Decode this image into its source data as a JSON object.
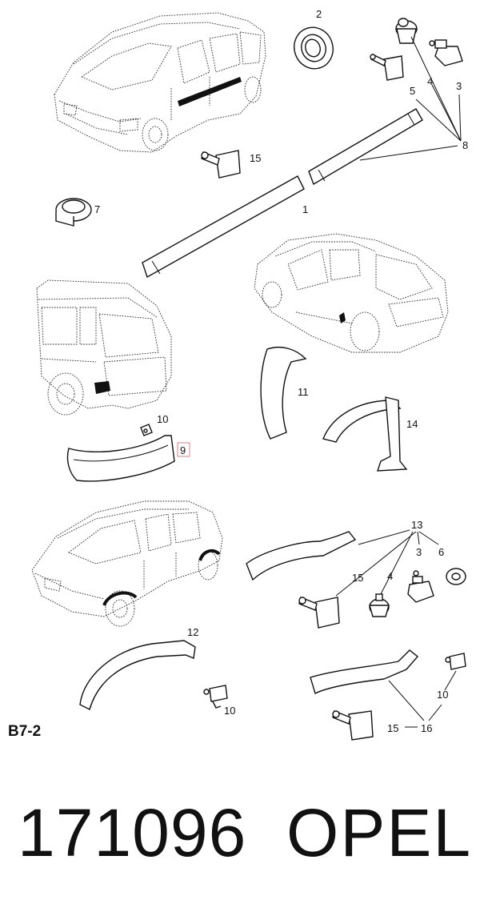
{
  "diagram": {
    "sheet_code": "B7-2",
    "callouts": [
      "1",
      "2",
      "3",
      "4",
      "5",
      "6",
      "7",
      "8",
      "9",
      "10",
      "11",
      "12",
      "13",
      "14",
      "15",
      "16"
    ],
    "highlighted_callout": "9"
  },
  "footer": {
    "part_number": "171096",
    "brand": "OPEL"
  }
}
